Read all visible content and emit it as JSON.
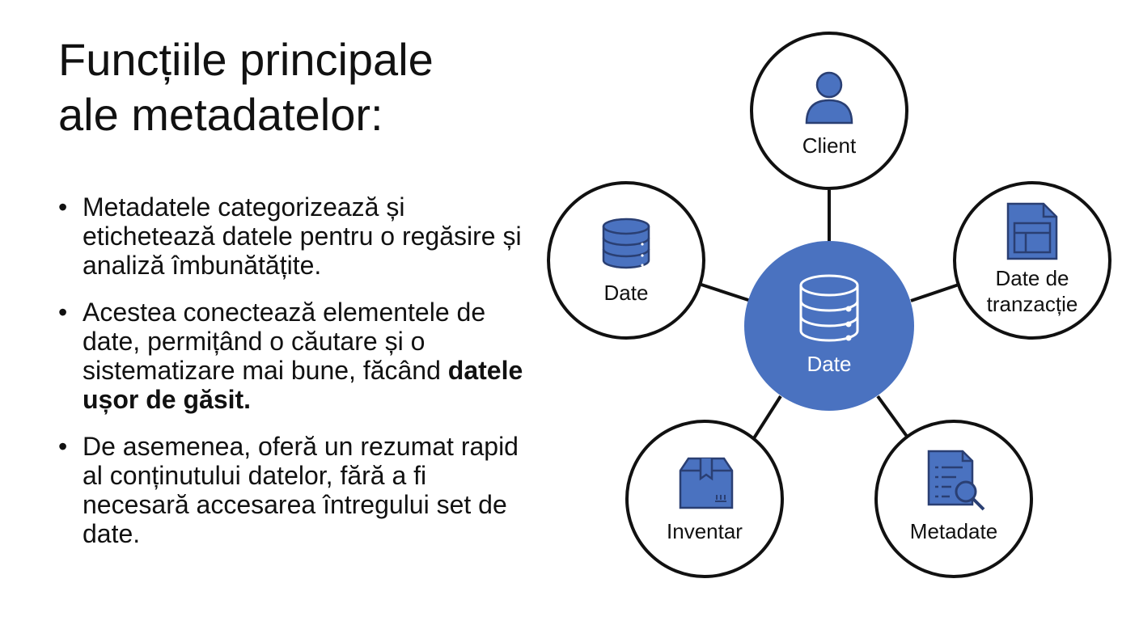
{
  "title": {
    "line1": "Funcțiile principale",
    "line2": "ale metadatelor:"
  },
  "bullets": [
    {
      "text": "Metadatele categorizează și etichetează datele pentru o regăsire și analiză îmbunătățite.",
      "bold": ""
    },
    {
      "text": "Acestea conectează elementele de date, permițând o căutare și o sistematizare mai bune, făcând ",
      "bold": "datele ușor de găsit."
    },
    {
      "text": "De asemenea, oferă un rezumat rapid al conținutului datelor, fără a fi necesară accesarea întregului set de date.",
      "bold": ""
    }
  ],
  "diagram": {
    "center": {
      "label": "Date",
      "icon": "database-icon",
      "color": "#4a72c0"
    },
    "nodes": {
      "client": {
        "label": "Client",
        "icon": "user-icon"
      },
      "date": {
        "label": "Date",
        "icon": "database-icon"
      },
      "tranzactie": {
        "line1": "Date de",
        "line2": "tranzacție",
        "icon": "document-table-icon"
      },
      "inventar": {
        "label": "Inventar",
        "icon": "package-box-icon"
      },
      "metadate": {
        "label": "Metadate",
        "icon": "document-search-icon"
      }
    },
    "accent": "#4a72c0",
    "icon_stroke": "#2a3f73"
  }
}
